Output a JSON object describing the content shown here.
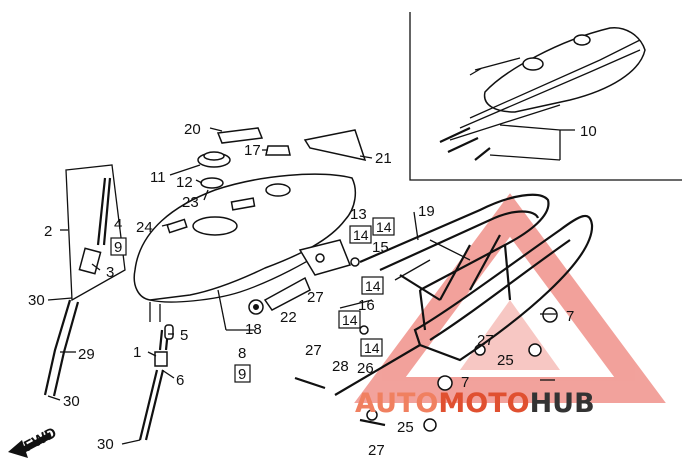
{
  "callouts": {
    "c1": "1",
    "c2": "2",
    "c3": "3",
    "c4": "4",
    "c5": "5",
    "c6": "6",
    "c7a": "7",
    "c7b": "7",
    "c8": "8",
    "c9a": "9",
    "c9b": "9",
    "c10": "10",
    "c11": "11",
    "c12": "12",
    "c13": "13",
    "c14a": "14",
    "c14b": "14",
    "c14c": "14",
    "c14d": "14",
    "c15": "15",
    "c16": "16",
    "c17": "17",
    "c18": "18",
    "c19": "19",
    "c20": "20",
    "c21": "21",
    "c22": "22",
    "c23": "23",
    "c24": "24",
    "c25a": "25",
    "c25b": "25",
    "c26": "26",
    "c27a": "27",
    "c27b": "27",
    "c27c": "27",
    "c27d": "27",
    "c28": "28",
    "c29": "29",
    "c30a": "30",
    "c30b": "30",
    "c30c": "30"
  },
  "direction": {
    "label": "FWD"
  },
  "watermark": {
    "part1": "AUTO",
    "part2": "MOTO",
    "part3": "HUB",
    "color1": "#f08060",
    "color2": "#e05030",
    "color3": "#333333"
  }
}
